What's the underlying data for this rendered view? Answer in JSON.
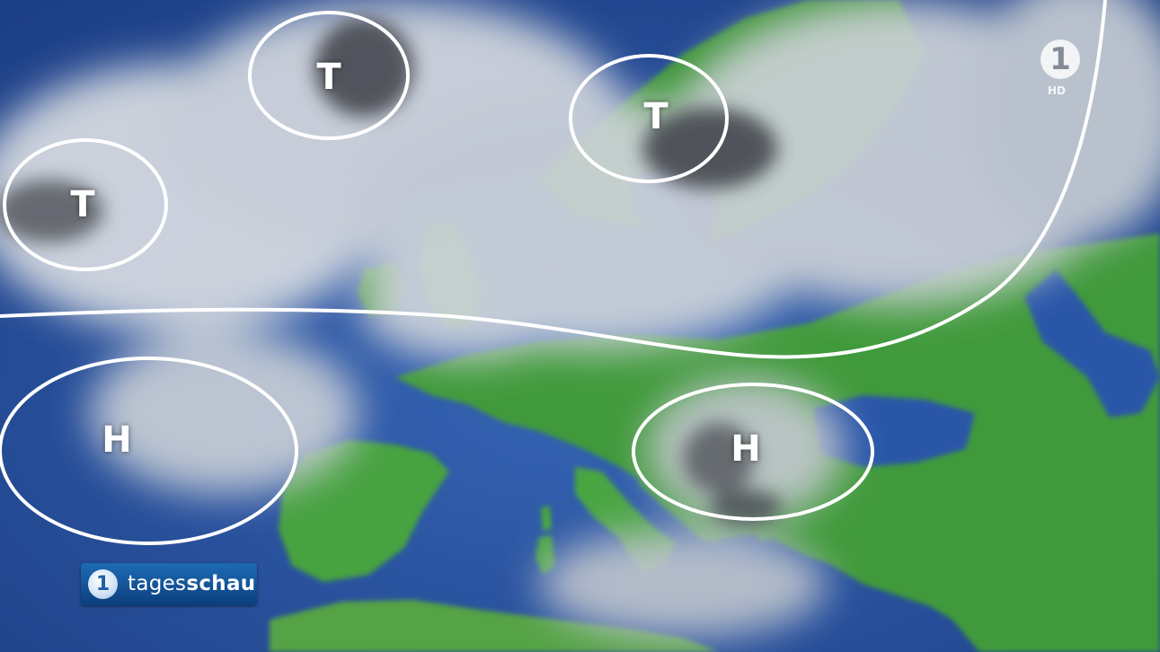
{
  "broadcast": {
    "brand_prefix": "tages",
    "brand_suffix": "schau",
    "logo_glyph": "1",
    "hd_label": "HD"
  },
  "pressure_systems": [
    {
      "label": "T",
      "kind": "low",
      "region": "North Atlantic west"
    },
    {
      "label": "T",
      "kind": "low",
      "region": "North Atlantic north"
    },
    {
      "label": "T",
      "kind": "low",
      "region": "Scandinavia"
    },
    {
      "label": "H",
      "kind": "high",
      "region": "Atlantic off Iberia"
    },
    {
      "label": "H",
      "kind": "high",
      "region": "Balkans"
    }
  ],
  "colors": {
    "sea": "#2a56a8",
    "land": "#3f9a3a",
    "cloud": "#d9dde2",
    "cloud_dark": "#3d4146",
    "marker": "#ffffff",
    "brand_blue": "#1d6bb5"
  },
  "icons": {
    "channel_logo": "ard-one-icon",
    "brand_logo": "tagesschau-logo-icon"
  }
}
